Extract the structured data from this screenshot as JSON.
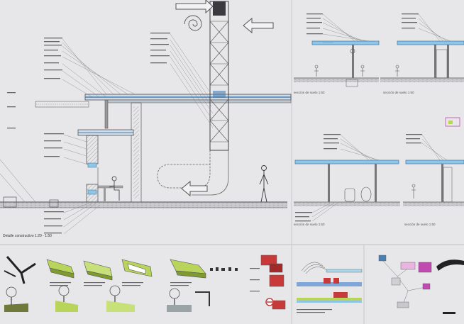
{
  "sheet": {
    "main_caption": "Detalle constructivo 1:20 - 1:50",
    "section_caption_1": "sección de suelo 1:50",
    "section_caption_2": "sección de suelo 1:50",
    "section_caption_3": "sección de suelo 1:50",
    "section_caption_4": "sección de suelo 1:50"
  },
  "colors": {
    "board": "#e8e8ea",
    "line": "#4a4a52",
    "accent_blue": "#4a7fb0",
    "light_blue": "#8fc6e4",
    "green": "#b8d45a",
    "red": "#c83a3a",
    "magenta": "#c04ab0"
  },
  "icons": [
    "arrow-right-icon",
    "arrow-left-icon",
    "spiral-wind-icon",
    "human-figure-icon",
    "tree-icon",
    "no-entry-icon"
  ]
}
